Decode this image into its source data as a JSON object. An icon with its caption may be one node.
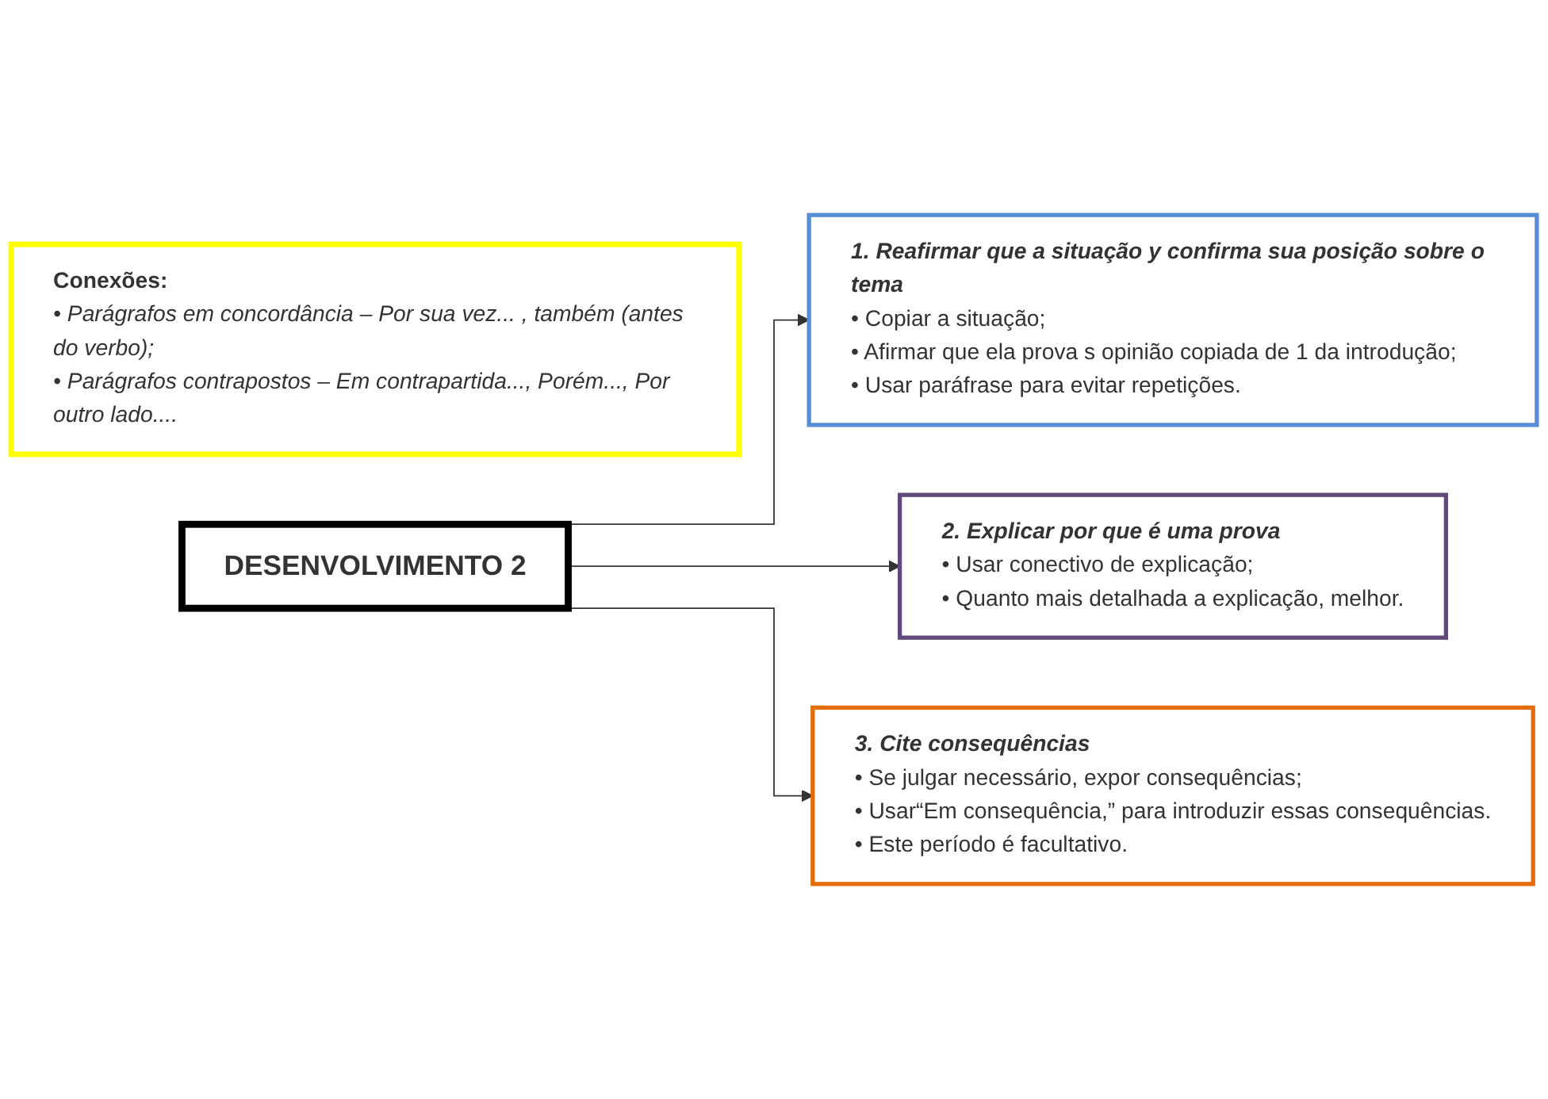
{
  "diagram": {
    "nodes": [
      {
        "text": [
          "Conexões:",
          "• Parágrafos em concordância – Por sua vez... , também (antes do verbo);",
          "• Parágrafos contrapostos – Em contrapartida..., Porém..., Por outro lado...."
        ]
      },
      {
        "text": [
          "DESENVOLVIMENTO 2"
        ]
      },
      {
        "text": [
          "1. Reafirmar que a situação y confirma sua posição sobre o tema",
          "• Copiar a situação;",
          "• Afirmar que ela prova s opinião copiada de 1 da introdução;",
          "• Usar paráfrase para evitar repetições."
        ]
      },
      {
        "text": [
          "2. Explicar por que é uma prova",
          "• Usar conectivo de explicação;",
          "• Quanto mais detalhada a explicação, melhor."
        ]
      },
      {
        "text": [
          "3. Cite consequências",
          "• Se julgar necessário, expor consequências;",
          "• Usar“Em consequência,” para introduzir essas consequências.",
          "• Este período é facultativo."
        ]
      }
    ],
    "edges": [
      {
        "from": 1,
        "to": 2,
        "arrow": "to"
      },
      {
        "from": 1,
        "to": 3,
        "arrow": "to"
      },
      {
        "from": 1,
        "to": 4,
        "arrow": "to"
      }
    ]
  }
}
